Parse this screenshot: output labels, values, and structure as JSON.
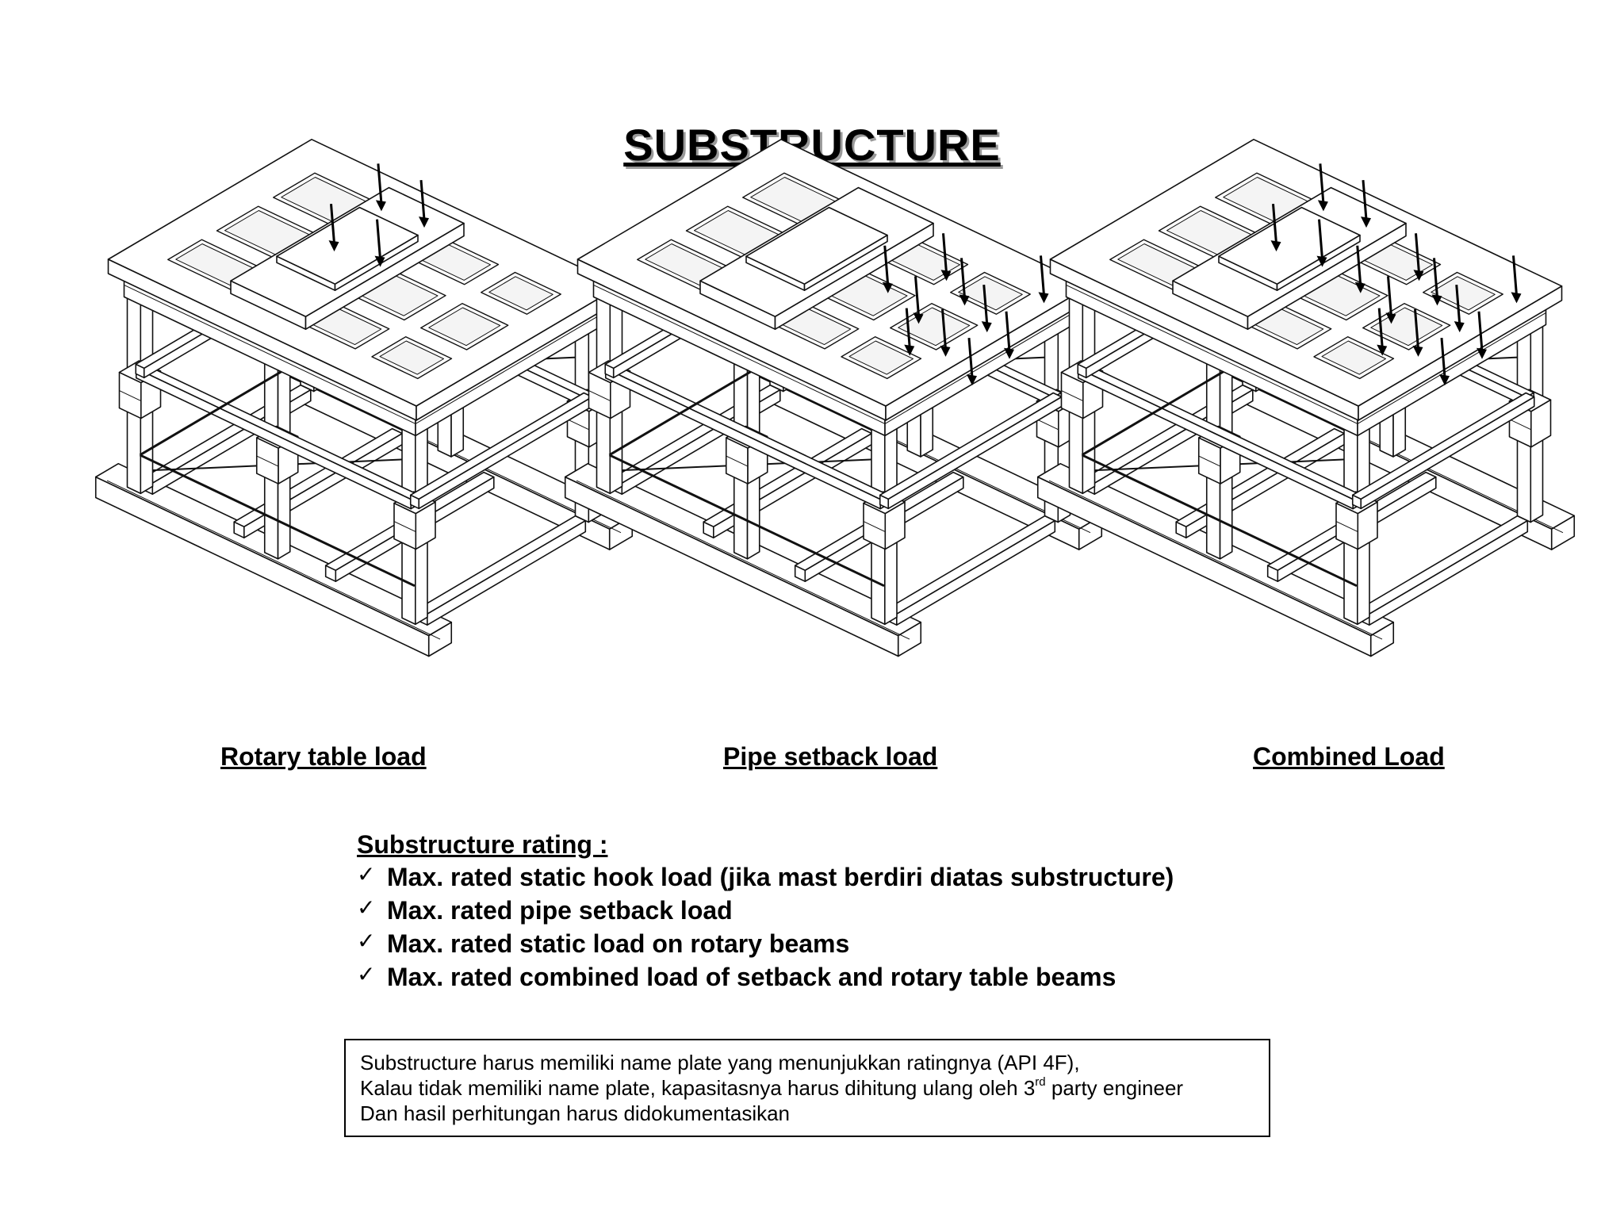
{
  "title": "SUBSTRUCTURE",
  "figures": [
    {
      "caption": "Rotary table load",
      "load_pattern": "rotary"
    },
    {
      "caption": "Pipe setback load",
      "load_pattern": "setback"
    },
    {
      "caption": "Combined Load",
      "load_pattern": "combined"
    }
  ],
  "rating": {
    "heading": "Substructure rating :",
    "check_glyph": "✓",
    "items": [
      "Max. rated static hook load (jika mast berdiri diatas substructure)",
      "Max. rated pipe setback load",
      "Max. rated static load on rotary beams",
      "Max. rated combined load of setback and rotary table beams"
    ]
  },
  "note": {
    "line1": "Substructure harus memiliki name plate yang menunjukkan ratingnya (API 4F),",
    "line2_before": "Kalau tidak memiliki name plate, kapasitasnya harus dihitung ulang oleh 3",
    "line2_sup": "rd",
    "line2_after": " party engineer",
    "line3": "Dan hasil perhitungan harus didokumentasikan"
  },
  "icons": {
    "check": "check-mark-icon",
    "arrow": "down-arrow-icon"
  }
}
